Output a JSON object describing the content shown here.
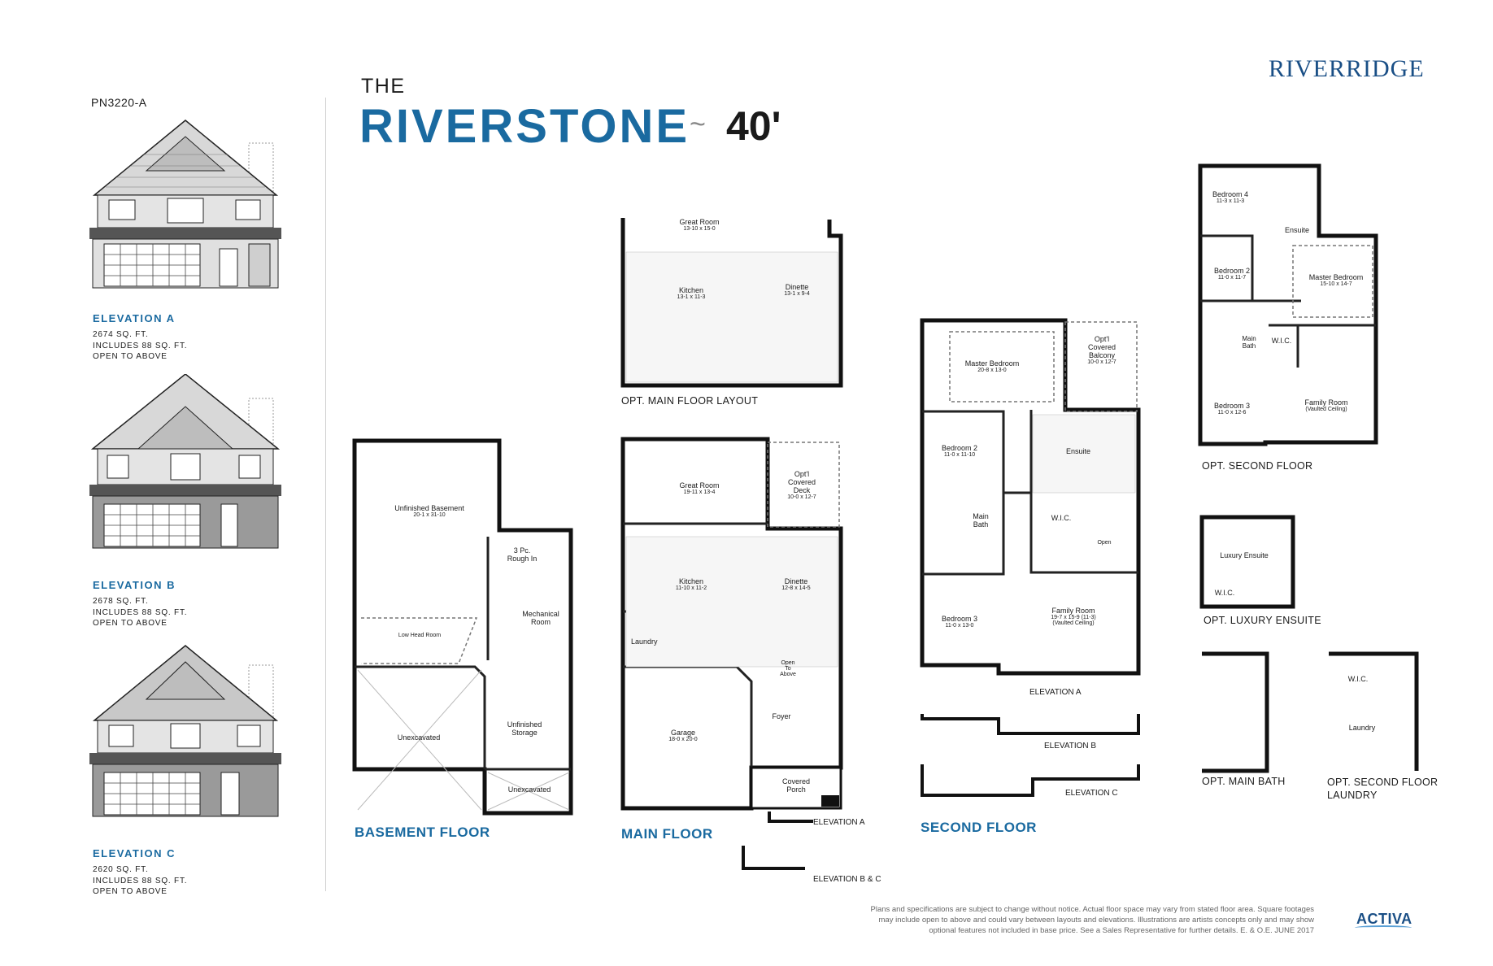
{
  "header": {
    "plan_code": "PN3220-A",
    "the": "THE",
    "model_name": "RIVERSTONE",
    "tilde": "~",
    "lot_size": "40'",
    "brand": "RIVERRIDGE"
  },
  "elevations": [
    {
      "title": "ELEVATION A",
      "lines": [
        "2674 SQ. FT.",
        "INCLUDES 88 SQ. FT.",
        "OPEN TO ABOVE"
      ]
    },
    {
      "title": "ELEVATION B",
      "lines": [
        "2678 SQ. FT.",
        "INCLUDES 88 SQ. FT.",
        "OPEN TO ABOVE"
      ]
    },
    {
      "title": "ELEVATION C",
      "lines": [
        "2620 SQ. FT.",
        "INCLUDES 88 SQ. FT.",
        "OPEN TO ABOVE"
      ]
    }
  ],
  "floors": {
    "basement": "BASEMENT FLOOR",
    "main": "MAIN FLOOR",
    "second": "SECOND FLOOR"
  },
  "options": {
    "opt_main_floor": "OPT. MAIN FLOOR LAYOUT",
    "opt_second_floor": "OPT. SECOND FLOOR",
    "opt_luxury_ensuite": "OPT. LUXURY ENSUITE",
    "opt_main_bath": "OPT. MAIN BATH",
    "opt_second_laundry_1": "OPT. SECOND FLOOR",
    "opt_second_laundry_2": "LAUNDRY"
  },
  "plan_elev_labels": {
    "main_a": "ELEVATION A",
    "main_bc": "ELEVATION B & C",
    "second_a": "ELEVATION A",
    "second_b": "ELEVATION B",
    "second_c": "ELEVATION C"
  },
  "rooms": {
    "great_room": "Great Room",
    "great_room_dim": "19-11 x 13-4",
    "opt_great_room_dim": "13-10 x 15-0",
    "kitchen": "Kitchen",
    "kitchen_dim": "11-10 x 11-2",
    "opt_kitchen_dim": "13-1 x 11-3",
    "dinette": "Dinette",
    "dinette_dim": "12-8 x 14-5",
    "opt_dinette_dim": "13-1 x 9-4",
    "laundry": "Laundry",
    "garage": "Garage",
    "garage_dim": "18-0 x 20-0",
    "foyer": "Foyer",
    "covered_porch_1": "Covered",
    "covered_porch_2": "Porch",
    "opt_deck_1": "Opt'l",
    "opt_deck_2": "Covered",
    "opt_deck_3": "Deck",
    "opt_deck_dim": "10-0 x 12-7",
    "open_to_above_1": "Open",
    "open_to_above_2": "To",
    "open_to_above_3": "Above",
    "unfinished_basement": "Unfinished Basement",
    "unfinished_basement_dim": "20-1 x 31-10",
    "mechanical_1": "Mechanical",
    "mechanical_2": "Room",
    "unexcavated": "Unexcavated",
    "unfinished_storage_1": "Unfinished",
    "unfinished_storage_2": "Storage",
    "rough_in_1": "3 Pc.",
    "rough_in_2": "Rough In",
    "low_head_room": "Low Head Room",
    "master_bedroom": "Master Bedroom",
    "master_bedroom_dim": "20-8 x 13-0",
    "opt_master_bedroom_dim": "15-10 x 14-7",
    "bedroom_2": "Bedroom 2",
    "bedroom_2_dim": "11-0 x 11-10",
    "opt_bedroom_2_dim": "11-0 x 11-7",
    "bedroom_3": "Bedroom 3",
    "bedroom_3_dim": "11-0 x 13-0",
    "opt_bedroom_3_dim": "11-0 x 12-6",
    "bedroom_4": "Bedroom 4",
    "bedroom_4_dim": "11-3 x 11-3",
    "ensuite": "Ensuite",
    "wic": "W.I.C.",
    "main_bath_1": "Main",
    "main_bath_2": "Bath",
    "family_room": "Family Room",
    "family_room_dim": "19-7 x 15-9 (11-3)",
    "vaulted": "(Vaulted Ceiling)",
    "opt_balcony_1": "Opt'l",
    "opt_balcony_2": "Covered",
    "opt_balcony_3": "Balcony",
    "opt_balcony_dim": "10-0 x 12-7",
    "luxury_ensuite": "Luxury Ensuite",
    "laundry_opt": "Laundry"
  },
  "disclaimer": [
    "Plans and specifications are subject to change without notice. Actual floor space may vary from stated floor area. Square footages",
    "may include open to above and could vary between layouts and elevations. Illustrations are artists concepts only and may show",
    "optional features not included in base price. See a Sales Representative for further details. E. & O.E. JUNE 2017"
  ],
  "builder": "ACTIVA"
}
